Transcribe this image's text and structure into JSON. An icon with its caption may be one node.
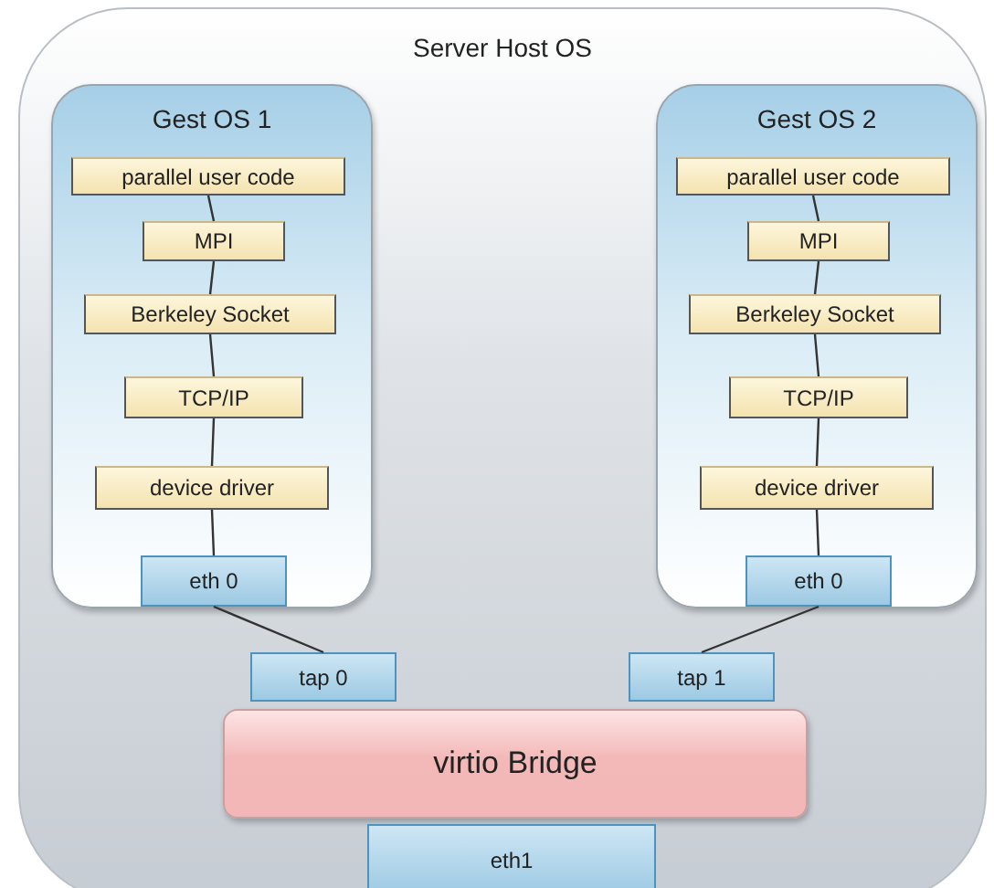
{
  "diagram": {
    "nodes": [
      {
        "text": [
          "Server Host OS"
        ]
      },
      {
        "text": [
          "Gest OS 1"
        ],
        "in": 0
      },
      {
        "text": [
          "parallel user code"
        ],
        "in": 1
      },
      {
        "text": [
          "MPI"
        ],
        "in": 1
      },
      {
        "text": [
          "Berkeley Socket"
        ],
        "in": 1
      },
      {
        "text": [
          "TCP/IP"
        ],
        "in": 1
      },
      {
        "text": [
          "device driver"
        ],
        "in": 1
      },
      {
        "text": [
          "eth 0"
        ],
        "in": 1
      },
      {
        "text": [
          "Gest OS 2"
        ],
        "in": 0
      },
      {
        "text": [
          "parallel user code"
        ],
        "in": 8
      },
      {
        "text": [
          "MPI"
        ],
        "in": 8
      },
      {
        "text": [
          "Berkeley Socket"
        ],
        "in": 8
      },
      {
        "text": [
          "TCP/IP"
        ],
        "in": 8
      },
      {
        "text": [
          "device driver"
        ],
        "in": 8
      },
      {
        "text": [
          "eth 0"
        ],
        "in": 8
      },
      {
        "text": [
          "tap 0"
        ],
        "in": 0
      },
      {
        "text": [
          "tap 1"
        ],
        "in": 0
      },
      {
        "text": [
          "virtio Bridge"
        ],
        "in": 0
      },
      {
        "text": [
          "eth1"
        ],
        "in": 0
      }
    ],
    "edges": [
      {
        "from": 2,
        "to": 3,
        "arrow": "none"
      },
      {
        "from": 3,
        "to": 4,
        "arrow": "none"
      },
      {
        "from": 4,
        "to": 5,
        "arrow": "none"
      },
      {
        "from": 5,
        "to": 6,
        "arrow": "none"
      },
      {
        "from": 6,
        "to": 7,
        "arrow": "none"
      },
      {
        "from": 9,
        "to": 10,
        "arrow": "none"
      },
      {
        "from": 10,
        "to": 11,
        "arrow": "none"
      },
      {
        "from": 11,
        "to": 12,
        "arrow": "none"
      },
      {
        "from": 12,
        "to": 13,
        "arrow": "none"
      },
      {
        "from": 13,
        "to": 14,
        "arrow": "none"
      },
      {
        "from": 7,
        "to": 15,
        "arrow": "none"
      },
      {
        "from": 14,
        "to": 16,
        "arrow": "none"
      }
    ]
  }
}
